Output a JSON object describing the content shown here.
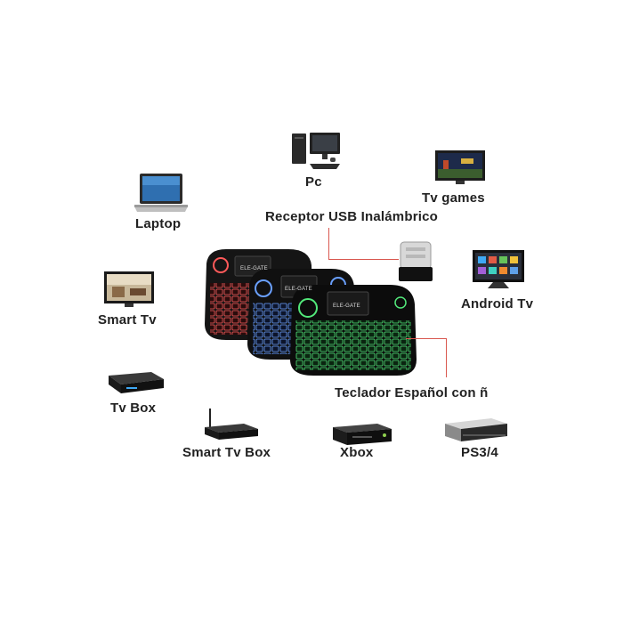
{
  "devices": {
    "pc": "Pc",
    "tv_games": "Tv games",
    "laptop": "Laptop",
    "receiver": "Receptor USB Inalámbrico",
    "android_tv": "Android Tv",
    "smart_tv": "Smart Tv",
    "tv_box": "Tv Box",
    "keyboard_layout": "Teclador Español con ñ",
    "smart_tv_box": "Smart Tv Box",
    "xbox": "Xbox",
    "ps": "PS3/4"
  },
  "keyboard": {
    "brand": "ELE-GATE",
    "backlight_colors": [
      "#ff4a4a",
      "#4a8cff",
      "#46e06a"
    ]
  },
  "colors": {
    "callout_line": "#d9574f",
    "label_text": "#222222"
  }
}
